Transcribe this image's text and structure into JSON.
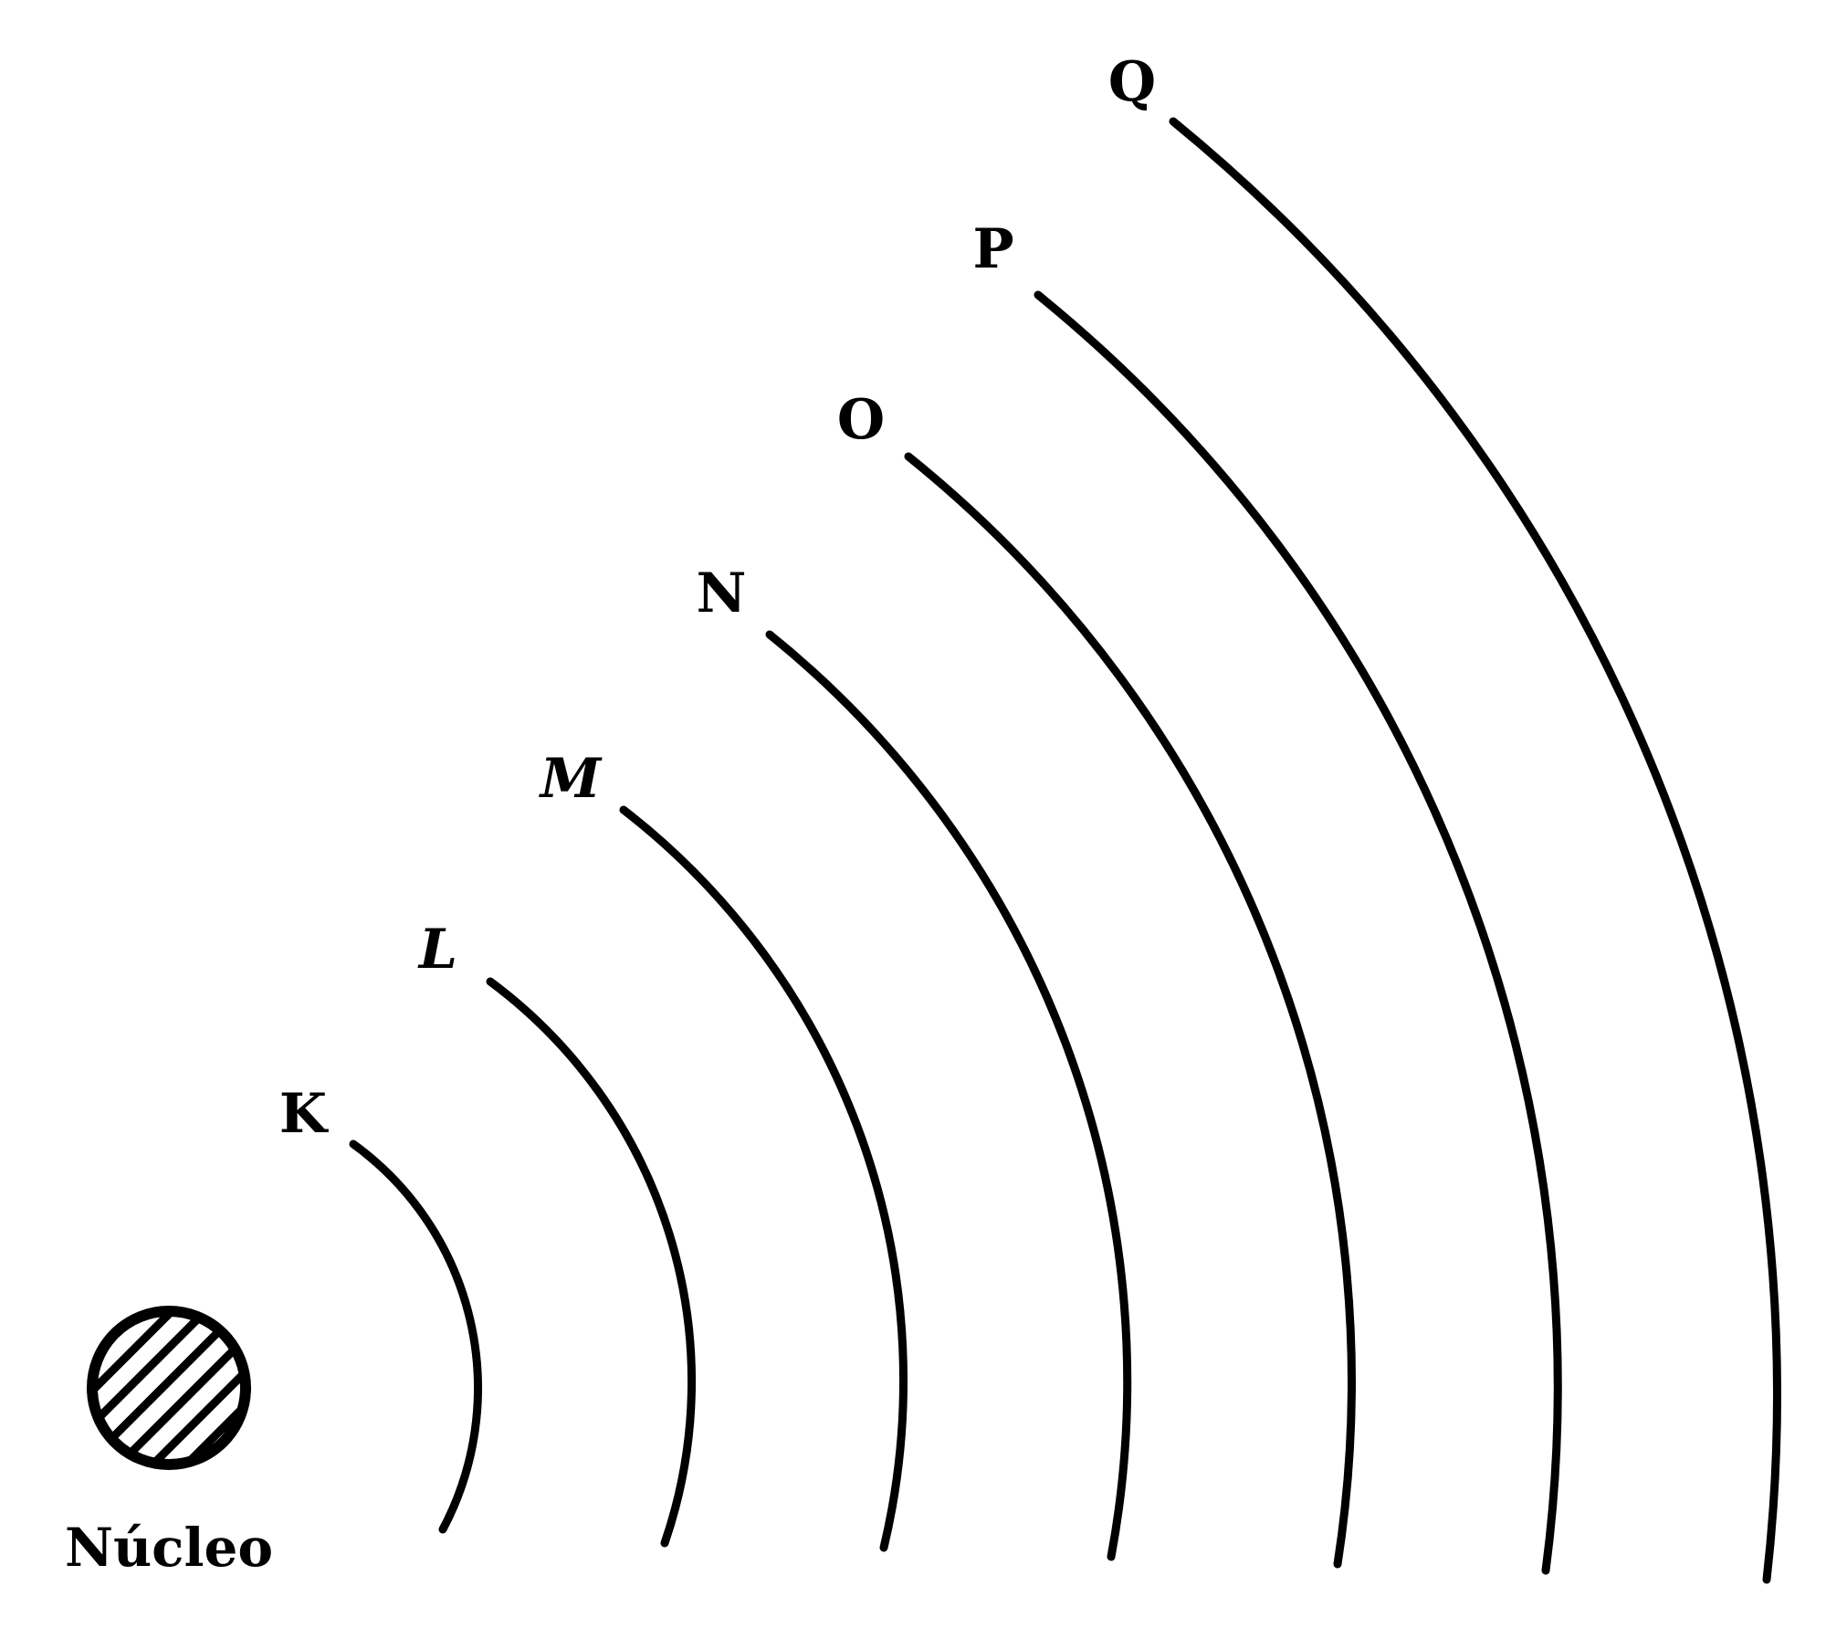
{
  "nucleus": {
    "label": "Núcleo"
  },
  "shells": [
    {
      "id": "k",
      "label": "K"
    },
    {
      "id": "l",
      "label": "L"
    },
    {
      "id": "m",
      "label": "M"
    },
    {
      "id": "n",
      "label": "N"
    },
    {
      "id": "o",
      "label": "O"
    },
    {
      "id": "p",
      "label": "P"
    },
    {
      "id": "q",
      "label": "Q"
    }
  ],
  "colors": {
    "stroke": "#000000",
    "background": "#ffffff"
  }
}
